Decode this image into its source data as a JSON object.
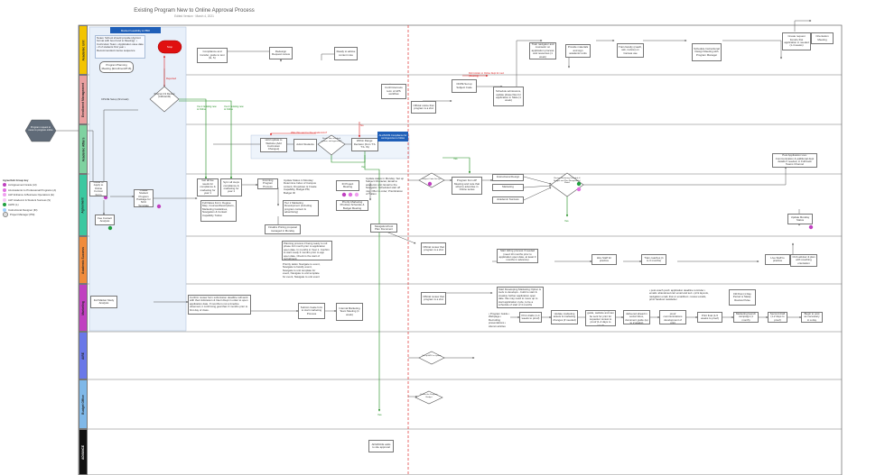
{
  "title": "Existing Program New to Online Approval Process",
  "subtitle": "Edited Version · March 4, 2021",
  "lanes": [
    {
      "label": "Academic Unit",
      "color": "#f3c400"
    },
    {
      "label": "Enrollment Management",
      "color": "#e9a0a0"
    },
    {
      "label": "Academic Affairs",
      "color": "#7fd2a0"
    },
    {
      "label": "Agreement",
      "color": "#3cc8a0"
    },
    {
      "label": "Academic Success",
      "color": "#f08c3c"
    },
    {
      "label": "Marketing",
      "color": "#c040c0"
    },
    {
      "label": "AIRE",
      "color": "#6a78e8"
    },
    {
      "label": "Budget Office",
      "color": "#7fb8e8"
    },
    {
      "label": "ADVANCE",
      "color": "#111111"
    }
  ],
  "start": {
    "text": "Program request to move to program online"
  },
  "legend": {
    "title": "Agree/Ack Group key",
    "items": [
      {
        "label": "Ad Agreement Grade (AI)",
        "color": "#c040c0"
      },
      {
        "label": "AA Academic to Professional Programs (A)",
        "color": "#e070e0"
      },
      {
        "label": "ALP Enhance & Business Operations (E)",
        "color": "#f0a0f0"
      },
      {
        "label": "ALP Academic & Student Success (S)",
        "color": "#f6c6f6"
      },
      {
        "label": "ALPD (L)",
        "color": "#20a040"
      },
      {
        "label": "Instructional Designer (ID)",
        "color": "#a0d0ff"
      },
      {
        "label": "Project Manager (PM)",
        "color": "#e0e0e0"
      }
    ]
  },
  "top_button": "Market Feasibility & PBO",
  "stop_label": "Stop",
  "feasibility_notes": "Notes: School should provide (Agrmnt format with boot fund to Meeting): • Curriculum Team • Application case date • # of students first year • Recommended course sequence",
  "program_planning": "Program Planning Meeting (Enrollment/P16)",
  "cpi_notes": "CPLNE Setup (first task)",
  "program_fit": "Program Fit Review (CRD-ECM)",
  "rejected_note": "Rejected",
  "yes": "Yes",
  "no": "No",
  "yes_rf1": "Yes 1: Existing new to Online",
  "yes_rf2": "Yes 2: Existing new to Online",
  "nodes": {
    "compliance_request": "Compliance and transfer, guide to test (E, S)",
    "redesign": "Redesign Request review",
    "rsvp_contact": "Ready to advise content note",
    "confirm_terms": "Confirm/ensure term of APS workflow",
    "official_notice": "Official notice that program is a 2nd",
    "ocpe_setup": "OCPE Set up Subject Code",
    "schedule_admissions": "Schedule admissions, update phase files for application in Slate (1 week)",
    "train_navigator": "Train navigator and counselor on application process and resources (1 week)",
    "provide_materials": "Provide materials and sign academic units",
    "train_faculty": "Train faculty (coach, ask, review) on Canvas use",
    "schedule_design": "Schedule Instructional Design Meeting with Program Manager",
    "create_request": "Create request from/to first application in needed (1-4 weeks)",
    "orientation": "Orientation Meeting",
    "admit_students": "Admit Students",
    "notify_dept": "Did it Action or Online Dept for next (Clearing)",
    "hold_update": "Hold update to Website (Add Curriculum Changes)",
    "notify_ellison": "ALLISONS Compliance for contingencies to follow",
    "was_sent_text": "Was this sent to the academics?",
    "needs_review": "Needs Non-standard system, add approved?",
    "within_range": "Within Range: Decision (from T.S. T.S. IS)",
    "guide_online": "Guide to Apply to Online Format Form",
    "fee_contact": "Fee Contact Analysis",
    "create_student": "Create Student Program Package for NCU Template",
    "get_fee_form": "Get all fee needs for compliance & marketing for year 1",
    "sync_meta": "Sync all steps compliance & marketing for year 1",
    "full_dates": "Full Dates Form: Degree Map, Courses/Descriptions, Marketing Guidelines, Navigation & Contact Capability Tuition",
    "incoming_process": "Incoming Program Process",
    "update_status": "Update Status in Monday: Determine Index of Campus content, Dropdown & Create Capability, Budget PM, Budget ID",
    "tier_marketing": "Tier 1 Marketing Development (including program content & advertising)",
    "finalize_pricing": "Finalize Pricing proposal managed in Monday",
    "id_project": "ID Project Meeting",
    "priority_marketing": "Priority Marketing Priorities Schedule & Budget Meeting",
    "update_status2": "Update status in Monday: Set up Subject Character, Email to academic unit; Email to the Navigator; Scheduled start off mtg; Offer in order; Prioritization of Tuition",
    "subject_code": "Subject Code Set up?",
    "program_from_ap": "Program from AP Meeting and note that what to advertise in Online series",
    "instructional_design": "Instructional Design",
    "marketing": "Marketing",
    "academic_success_task": "Academic Success",
    "review_marketing": "Review Marketing Schedule & Budget and Plan Navigation(s) Model",
    "post_application": "Post Application Live: Communication & additional dept details if needed, in Full back Teams Channel",
    "update_monday": "Update Monday Status",
    "navigation_cost": "Navigation/Cost Plan Document",
    "planning_process": "Planning process if being ready to roll phase 1/2 month prior to application open date. In months in Year 1. Confirm to start ready 3 months prior to app open date. Check is the start of recruitment.",
    "priority_tasks": "Priority tasks: Navigate to event, Navigate to faculty event, Navigate to unit template for event, Navigate to unit template for event, Navigate to unit event",
    "start_sending": "Start Hiring process if needed (need 10 months prior to application open date, at least 3 months in advance)",
    "hire_staff": "Hire Staff for practice",
    "train_coaches": "Train coaches (1 to 3 months)",
    "live_staff": "Live Staff to practice",
    "cca_advisor": "CCA advisor & plan with coaching orientation",
    "full_marketing": "Full Market Study Analysis",
    "confirm_review": "Confirm review form submission deadline will work with their Admission & Intern Dept in order to open application date. If months is not a timeline observed, it confirming goal than 3 months prior to first day of class.",
    "submit_create": "Submit create form to start marketing Process",
    "internal_marketing": "Internal Marketing Team Meeting (1 week)",
    "official_review": "Official review that program is a 2nd",
    "start_developing": "Start Developing Marketing Option & tools to develops - build to start & creative further application open date. We may need to move up to start application cycle, to be a schedule of start of 4 months",
    "program_guide": "• Program Guide • Webpage • Recruiting presentations • Alumni articles",
    "print_drafts": "Print drafts (1-4 weeks to proof)",
    "update_marketing": "Update marketing assets & marketing changes (if needed)",
    "second_drafts": "Second drafts program guide, website and can be sent for print for requester review to proof (1-4 days to proof)",
    "proof_release": "Proof release from delivered ahead in social inbox, document guide (up to 2 weeks)",
    "print_proof": "Print credit and proof communications development of print",
    "print_final": "Print final (1-5 weeks to proof)",
    "marketing_rollout": "Marketing launch campaign (1 month)",
    "second_draft": "Second draft (1-2 days to proof)",
    "begin_post": "Begin to post as necessary in a day",
    "post_launch": "• post-coach push: application deadline reminder • emails: abandoned cart email and text • print layouts, navigation email, that cc email/text • review emails, print/ handout newsletter",
    "fill_post": "Fill Post (1 Day Period is Slate). Review Pulse",
    "set_up_aire": "Set up APU in system",
    "define_budget": "Define the Program Budget",
    "advance_approval": "ADVANCE adds to site approval"
  }
}
